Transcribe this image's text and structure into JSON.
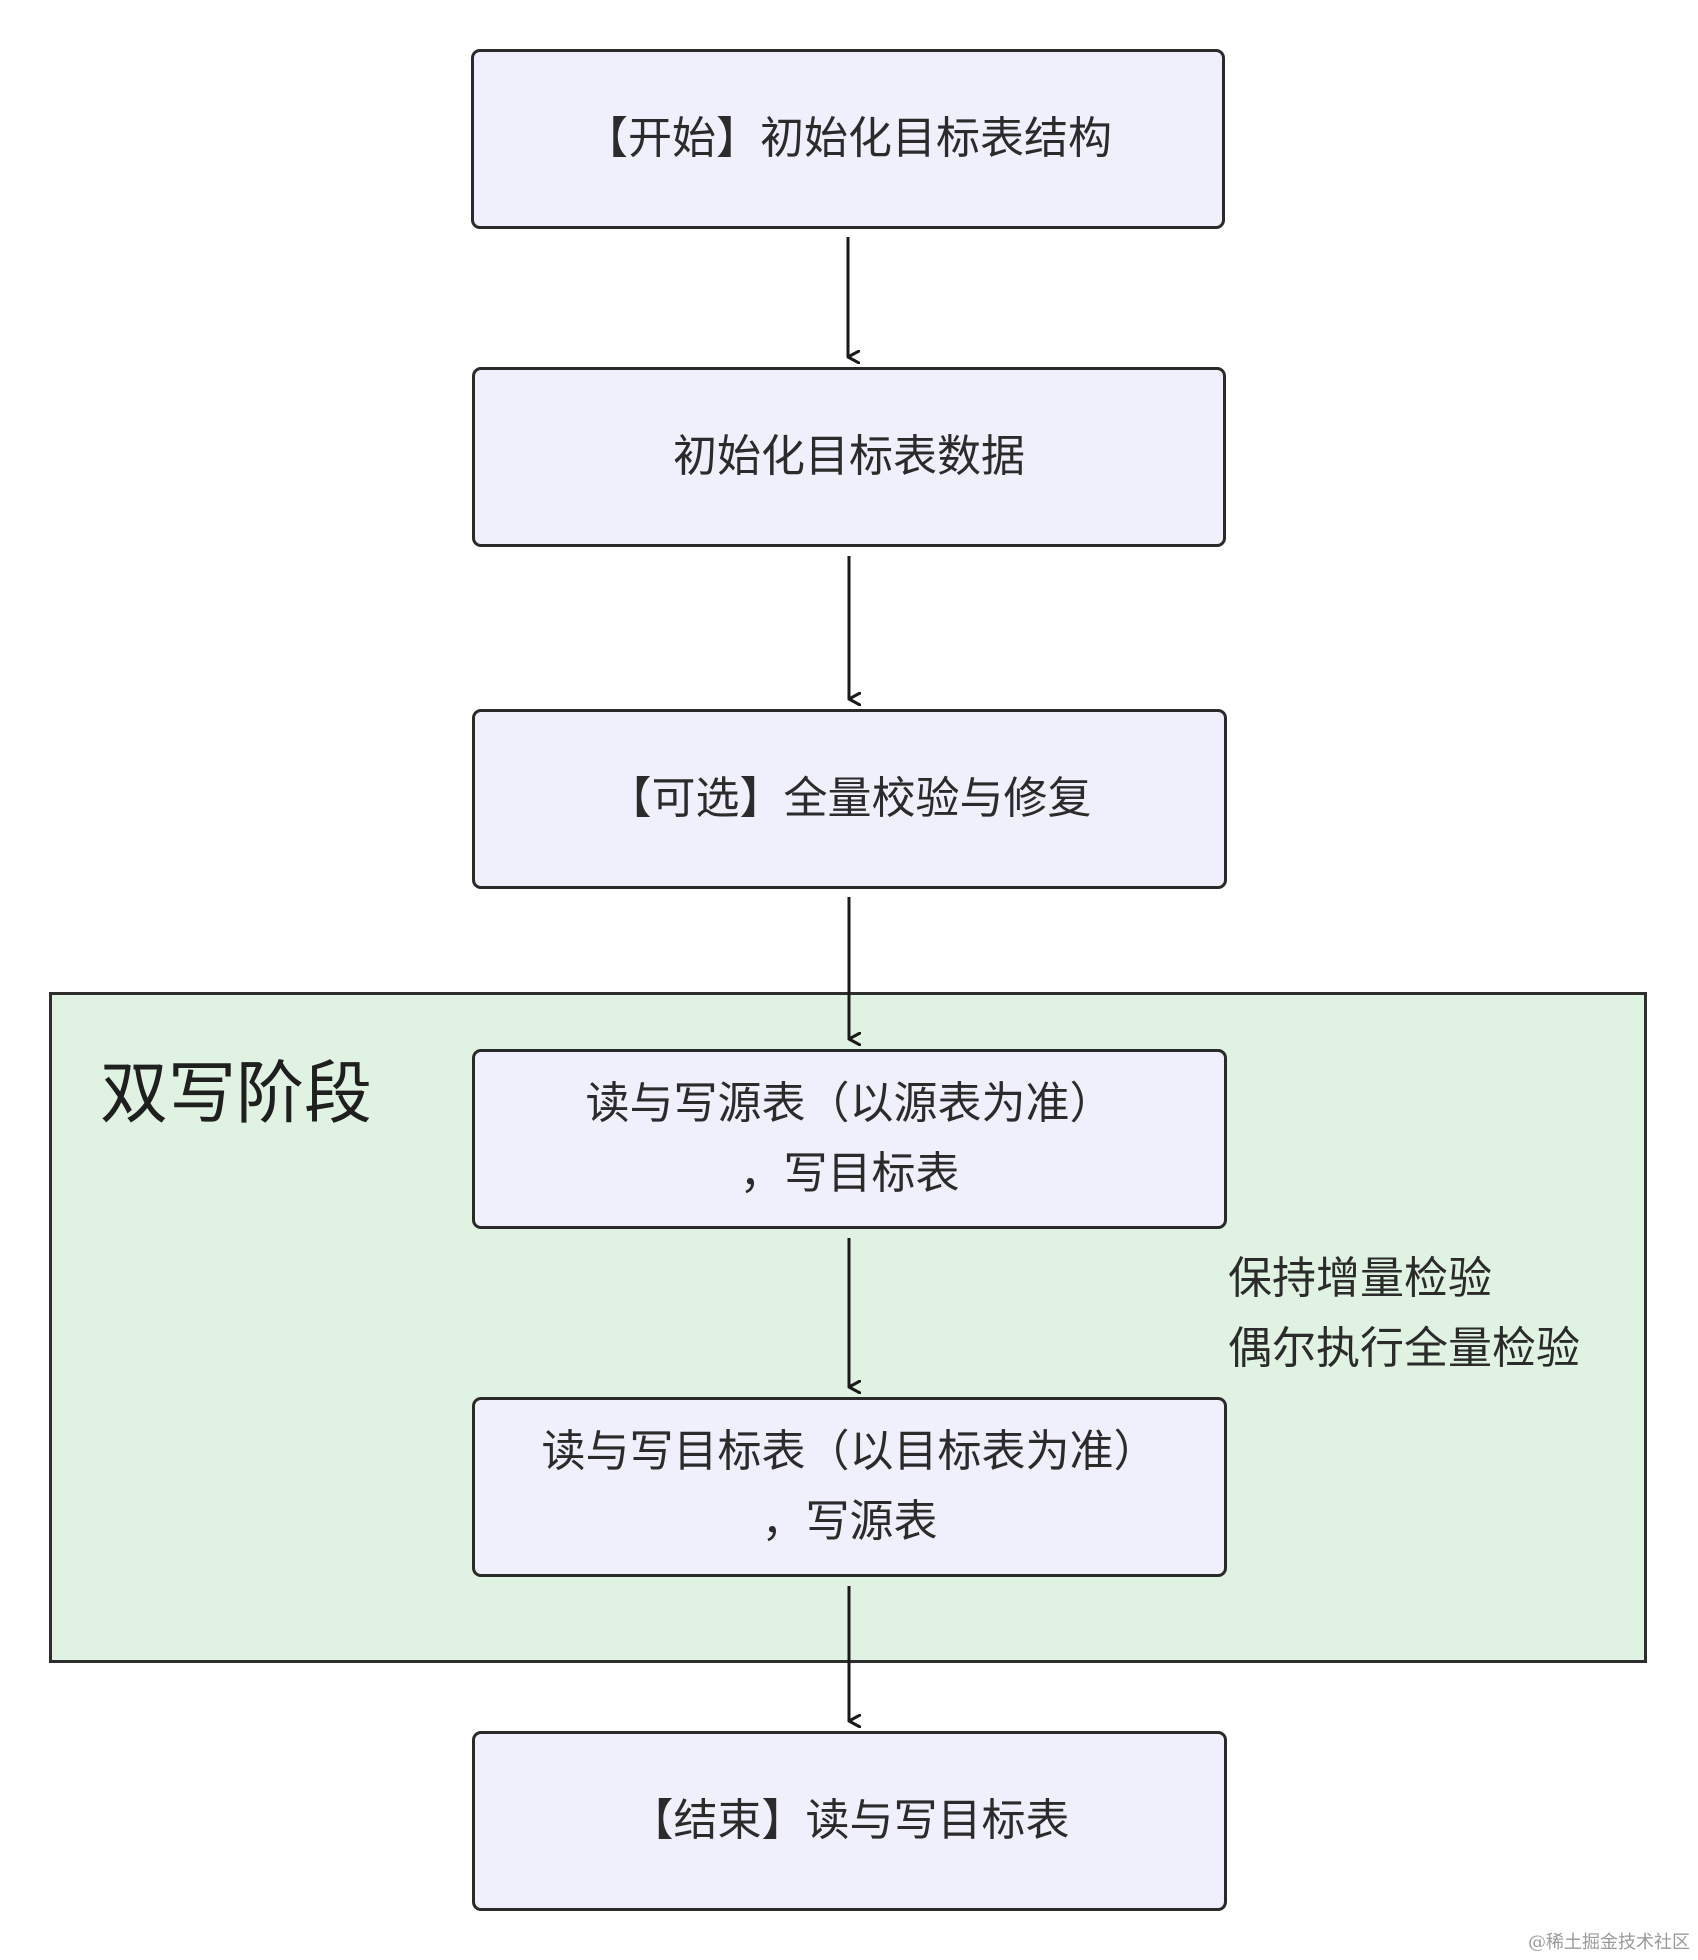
{
  "group": {
    "title": "双写阶段"
  },
  "nodes": {
    "start": "【开始】初始化目标表结构",
    "init_data": "初始化目标表数据",
    "verify": "【可选】全量校验与修复",
    "dual_write_source": {
      "line1": "读与写源表（以源表为准）",
      "line2": "，写目标表"
    },
    "dual_write_target": {
      "line1": "读与写目标表（以目标表为准）",
      "line2": "，写源表"
    },
    "end": "【结束】读与写目标表"
  },
  "side_note": {
    "line1": "保持增量检验",
    "line2": "偶尔执行全量检验"
  },
  "watermark": "@稀土掘金技术社区",
  "colors": {
    "node_fill": "#eff0fb",
    "group_fill": "#e0f3e2",
    "stroke": "#2a2a2a"
  }
}
